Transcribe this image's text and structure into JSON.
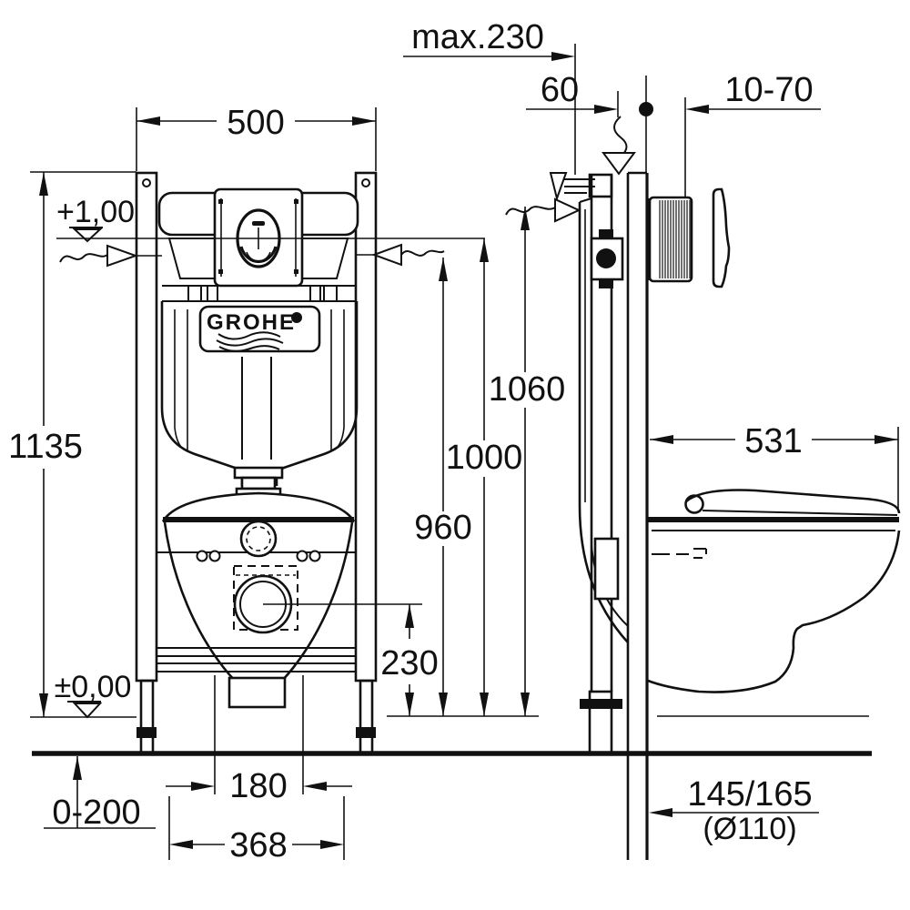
{
  "drawing": {
    "brand": "GROHE",
    "labels": {
      "max_230": "max.230",
      "d60": "60",
      "d10_70": "10-70",
      "d500": "500",
      "level_top": "+1,00",
      "d1135": "1135",
      "d1060": "1060",
      "d1000": "1000",
      "d960": "960",
      "d531": "531",
      "d230": "230",
      "level_floor": "±0,00",
      "d0_200": "0-200",
      "d180": "180",
      "d368": "368",
      "d145_165": "145/165",
      "dia_110": "(Ø110)"
    },
    "colors": {
      "line": "#111111",
      "background": "#ffffff"
    }
  }
}
